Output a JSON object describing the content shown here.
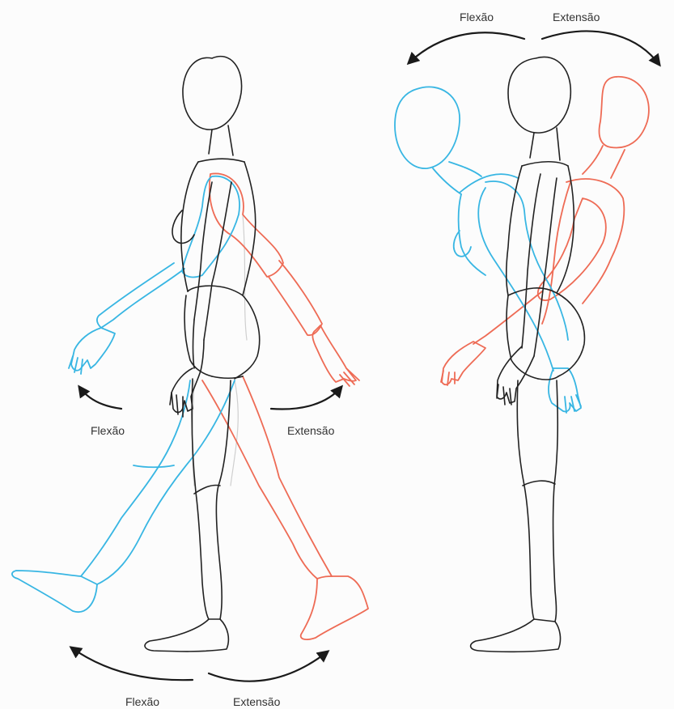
{
  "labels": {
    "top_flexion": "Flexão",
    "top_extension": "Extensão",
    "arm_flexion": "Flexão",
    "arm_extension": "Extensão",
    "leg_flexion": "Flexão",
    "leg_extension": "Extensão"
  },
  "colors": {
    "body": "#222222",
    "flexion": "#38b6e3",
    "extension": "#ee6b55",
    "arrow": "#1a1a1a",
    "background": "#fcfcfc"
  }
}
